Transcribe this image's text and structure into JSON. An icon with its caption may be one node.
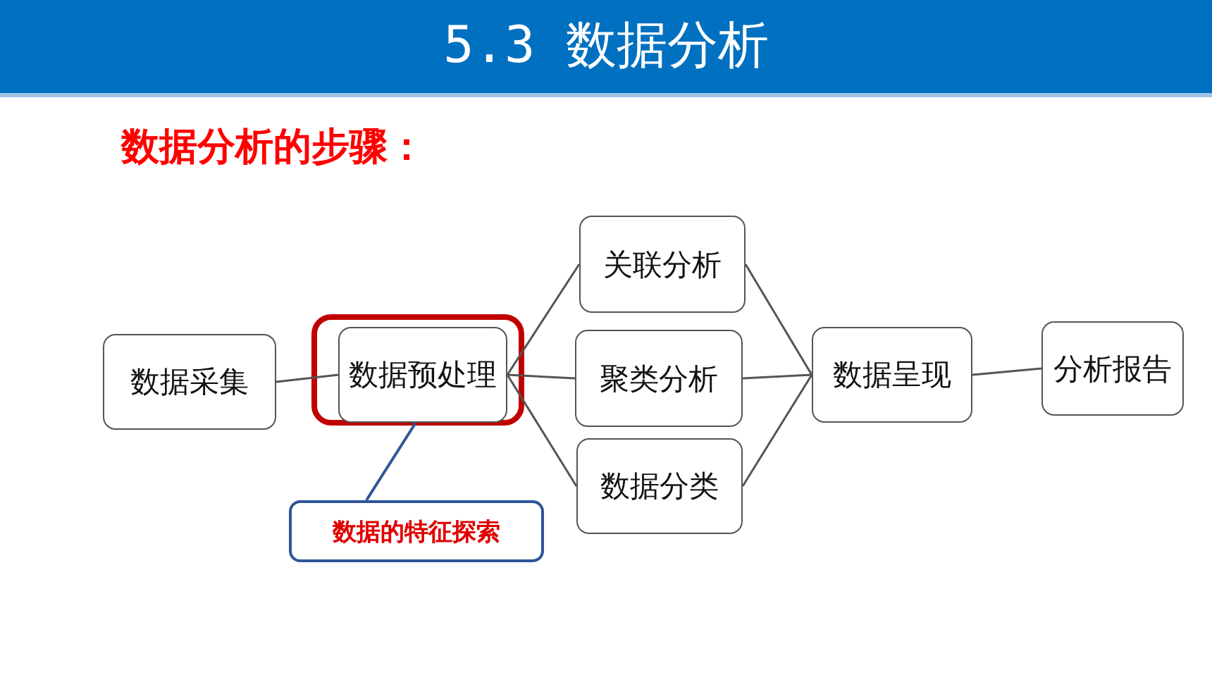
{
  "diagram": {
    "title": "5.3 数据分析",
    "nodes": [
      {
        "text": [
          "数据采集"
        ]
      },
      {
        "text": [
          "数据预处理"
        ]
      },
      {
        "text": [
          "关联分析"
        ]
      },
      {
        "text": [
          "聚类分析"
        ]
      },
      {
        "text": [
          "数据分类"
        ]
      },
      {
        "text": [
          "数据呈现"
        ]
      },
      {
        "text": [
          "分析报告"
        ]
      },
      {
        "text": [
          "数据的特征探索"
        ]
      }
    ],
    "edges": [
      {
        "from": 0,
        "to": 1,
        "arrow": "none"
      },
      {
        "from": 1,
        "to": 2,
        "arrow": "none"
      },
      {
        "from": 1,
        "to": 3,
        "arrow": "none"
      },
      {
        "from": 1,
        "to": 4,
        "arrow": "none"
      },
      {
        "from": 2,
        "to": 5,
        "arrow": "none"
      },
      {
        "from": 3,
        "to": 5,
        "arrow": "none"
      },
      {
        "from": 4,
        "to": 5,
        "arrow": "none"
      },
      {
        "from": 5,
        "to": 6,
        "arrow": "none"
      },
      {
        "from": 7,
        "to": 1,
        "arrow": "none",
        "color": "#2f5597"
      }
    ],
    "labels": [
      "数据分析的步骤："
    ]
  }
}
